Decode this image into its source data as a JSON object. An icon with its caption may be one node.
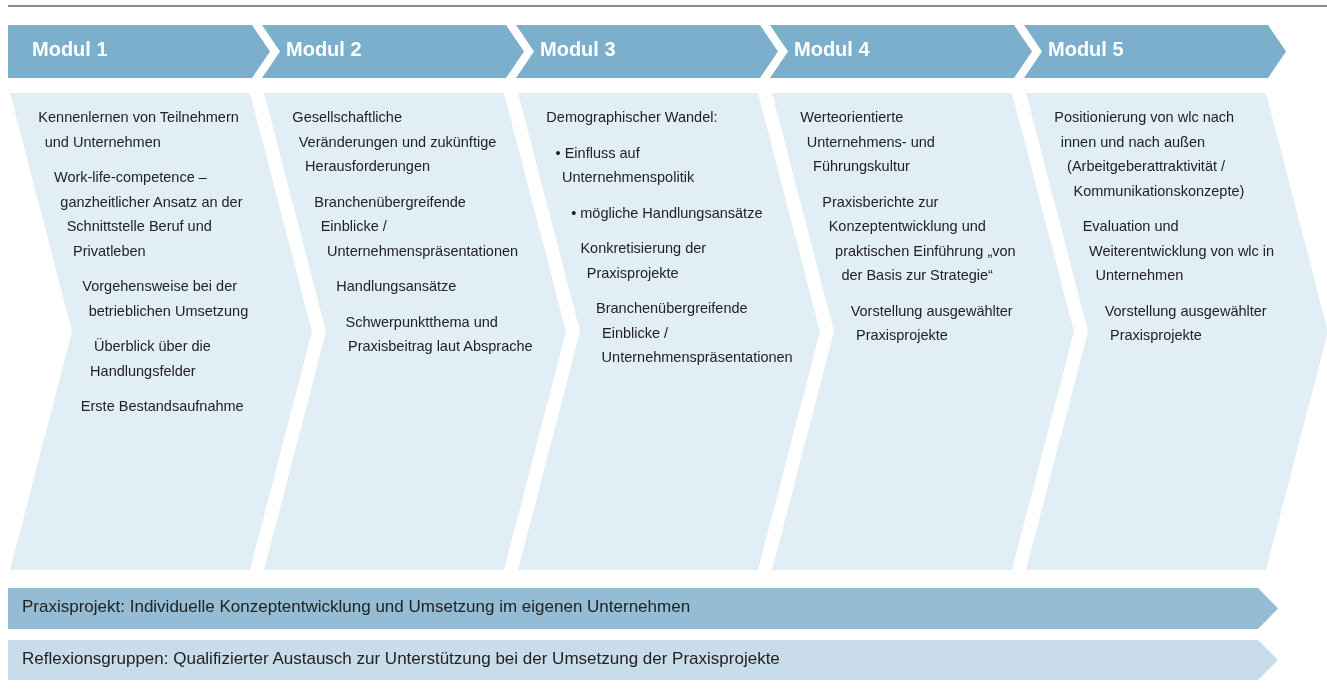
{
  "diagram": {
    "nodes": [
      {
        "text": [
          "Modul 1"
        ]
      },
      {
        "text": [
          "Modul 2"
        ]
      },
      {
        "text": [
          "Modul 3"
        ]
      },
      {
        "text": [
          "Modul 4"
        ]
      },
      {
        "text": [
          "Modul 5"
        ]
      },
      {
        "text": [
          "Kennenlernen von Teilnehmern und Unternehmen",
          "Work-life-competence – ganzheitlicher Ansatz an der Schnittstelle Beruf und Privatleben",
          "Vorgehensweise bei der betrieblichen Umsetzung",
          "Überblick über die Handlungsfelder",
          "Erste Bestandsaufnahme"
        ]
      },
      {
        "text": [
          "Gesellschaftliche Veränderungen und zukünftige Herausforderungen",
          "Branchenübergreifende Einblicke / Unternehmenspräsentationen",
          "Handlungsansätze",
          "Schwerpunktthema und Praxisbeitrag laut Absprache"
        ]
      },
      {
        "text": [
          "Demographischer Wandel:",
          "• Einfluss auf Unternehmenspolitik",
          "• mögliche Handlungsansätze",
          "Konkretisierung der Praxisprojekte",
          "Branchenübergreifende Einblicke / Unternehmenspräsentationen"
        ]
      },
      {
        "text": [
          "Werteorientierte Unternehmens- und Führungskultur",
          "Praxisberichte zur Konzeptentwicklung und praktischen Einführung „von der Basis zur Strategie“",
          "Vorstellung ausgewählter Praxisprojekte"
        ]
      },
      {
        "text": [
          "Positionierung von wlc nach innen und nach außen (Arbeitgeberattraktivität / Kommunikationskonzepte)",
          "Evaluation und Weiterentwicklung von wlc in Unternehmen",
          "Vorstellung ausgewählter Praxisprojekte"
        ]
      },
      {
        "text": [
          "Praxisprojekt: Individuelle Konzeptentwicklung und Umsetzung im eigenen Unternehmen"
        ]
      },
      {
        "text": [
          "Reflexionsgruppen: Qualifizierter Austausch zur Unterstützung bei der Umsetzung der Praxisprojekte"
        ]
      }
    ]
  }
}
